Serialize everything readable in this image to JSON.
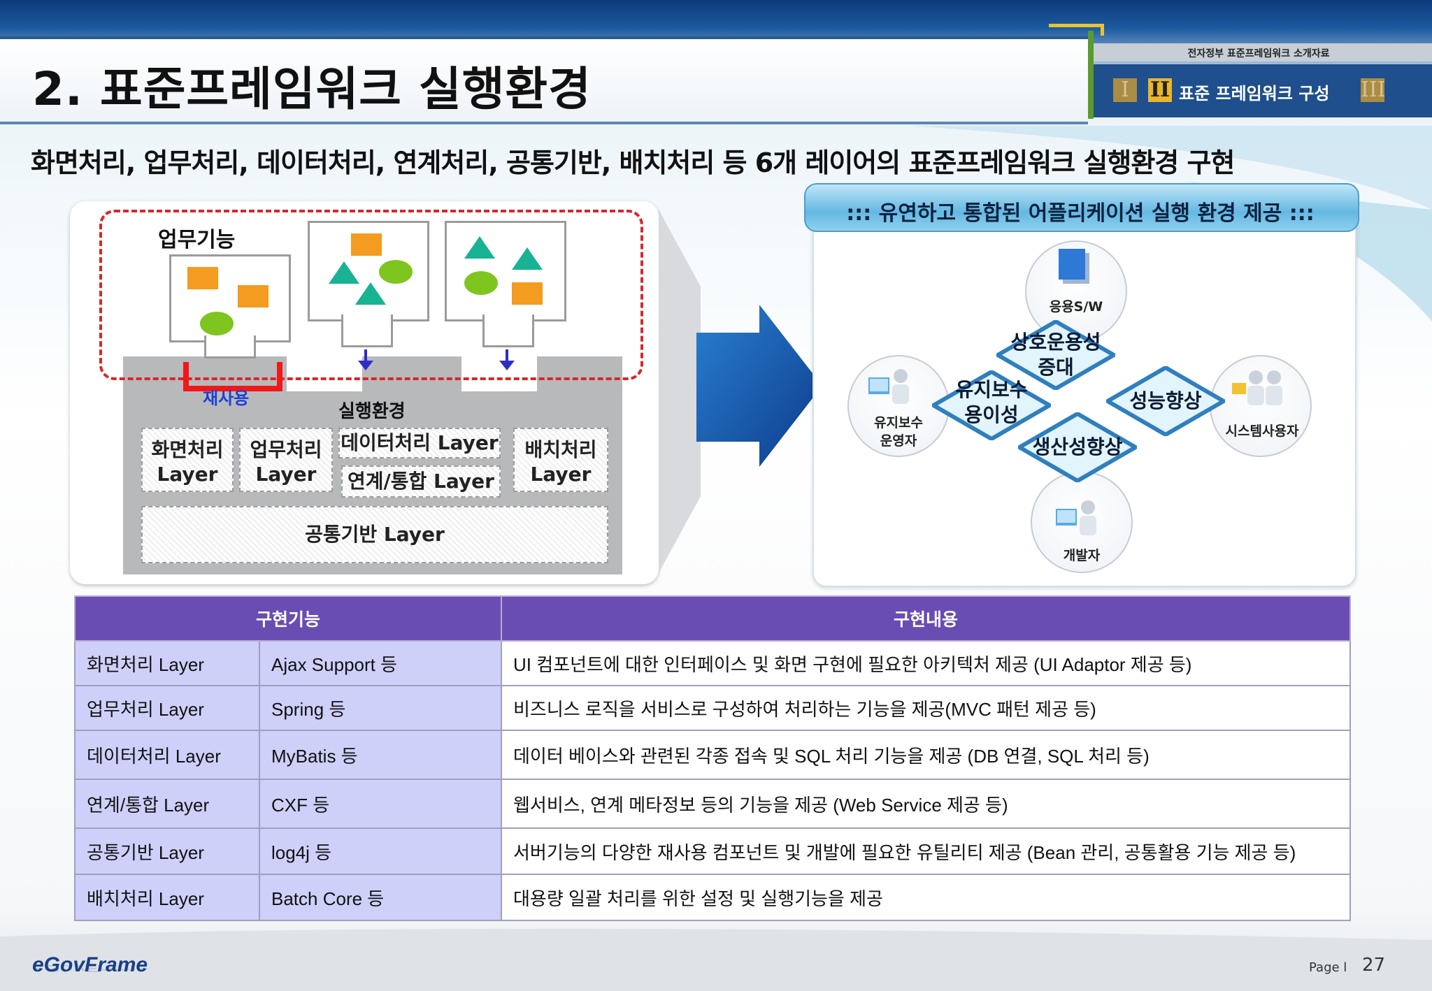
{
  "header": {
    "title": "2. 표준프레임워크 실행환경",
    "brand": "전자정부 표준프레임워크 소개자료",
    "nav": {
      "left": "I",
      "current": "II",
      "current_label": "표준 프레임워크 구성",
      "right": "III"
    }
  },
  "subtitle": "화면처리, 업무처리, 데이터처리, 연계처리, 공통기반, 배치처리 등 6개 레이어의 표준프레임워크 실행환경 구현",
  "left_diagram": {
    "business_label": "업무기능",
    "reuse_label": "재사용",
    "exec_label": "실행환경",
    "layers": {
      "screen_1": "화면처리",
      "screen_2": "Layer",
      "biz_1": "업무처리",
      "biz_2": "Layer",
      "data": "데이터처리 Layer",
      "integ": "연계/통합 Layer",
      "batch_1": "배치처리",
      "batch_2": "Layer",
      "common": "공통기반 Layer"
    }
  },
  "right_diagram": {
    "banner": "::: 유연하고 통합된 어플리케이션 실행 환경 제공 :::",
    "app_sw": "응용S/W",
    "maint_op_1": "유지보수",
    "maint_op_2": "운영자",
    "sys_user": "시스템사용자",
    "developer": "개발자",
    "interop_1": "상호운용성",
    "interop_2": "증대",
    "maint_1": "유지보수",
    "maint_2": "용이성",
    "perf": "성능향상",
    "prod": "생산성향상"
  },
  "table": {
    "header_feature": "구현기능",
    "header_content": "구현내용",
    "rows": [
      {
        "layer": "화면처리 Layer",
        "tech": "Ajax Support 등",
        "desc": "UI 컴포넌트에 대한 인터페이스 및 화면 구현에 필요한 아키텍처 제공 (UI Adaptor 제공 등)"
      },
      {
        "layer": "업무처리 Layer",
        "tech": "Spring 등",
        "desc": "비즈니스 로직을 서비스로 구성하여 처리하는 기능을 제공(MVC 패턴 제공 등)"
      },
      {
        "layer": "데이터처리 Layer",
        "tech": "MyBatis 등",
        "desc": "데이터 베이스와 관련된 각종 접속 및 SQL 처리 기능을 제공 (DB 연결, SQL 처리 등)"
      },
      {
        "layer": "연계/통합 Layer",
        "tech": "CXF 등",
        "desc": "웹서비스, 연계 메타정보 등의 기능을 제공 (Web Service 제공 등)"
      },
      {
        "layer": "공통기반 Layer",
        "tech": "log4j 등",
        "desc": "서버기능의 다양한 재사용 컴포넌트 및 개발에 필요한 유틸리티 제공 (Bean 관리, 공통활용 기능 제공 등)"
      },
      {
        "layer": "배치처리 Layer",
        "tech": "Batch Core 등",
        "desc": "대용량 일괄 처리를 위한 설정 및 실행기능을 제공"
      }
    ]
  },
  "footer": {
    "logo": "eGovFrame",
    "page_label": "Page  l",
    "page_number": "27"
  },
  "colors": {
    "table_header": "#6a4db2",
    "table_cell_left": "#cfd0fa",
    "accent_orange": "#f39c1f",
    "accent_green": "#7ec51f",
    "accent_teal": "#18b392",
    "reuse_red": "#f21818"
  }
}
